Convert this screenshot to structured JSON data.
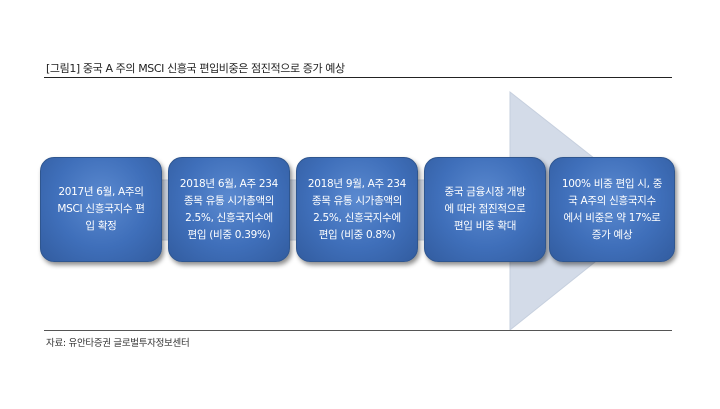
{
  "title": "[그림1] 중국 A 주의 MSCI 신흥국 편입비중은 점진적으로 증가 예상",
  "steps": [
    {
      "text": "2017년 6월, A주의\nMSCI 신흥국지수 편\n입 확정"
    },
    {
      "text": "2018년 6월, A주 234\n종목 유통 시가총액의\n2.5%, 신흥국지수에\n편입 (비중 0.39%)"
    },
    {
      "text": "2018년 9월, A주 234\n종목 유통 시가총액의\n2.5%, 신흥국지수에\n편입 (비중 0.8%)"
    },
    {
      "text": "중국 금융시장 개방\n에 따라 점진적으로\n편입 비중 확대"
    },
    {
      "text": "100% 비중 편입 시, 중\n국 A주의 신흥국지수\n에서 비중은 약 17%로\n증가 예상"
    }
  ],
  "source": "자료: 유안타증권 글로벌투자정보센터",
  "colors": {
    "box": "#3f6fba",
    "arrow": "#d3dbe8",
    "rule": "#222222"
  }
}
